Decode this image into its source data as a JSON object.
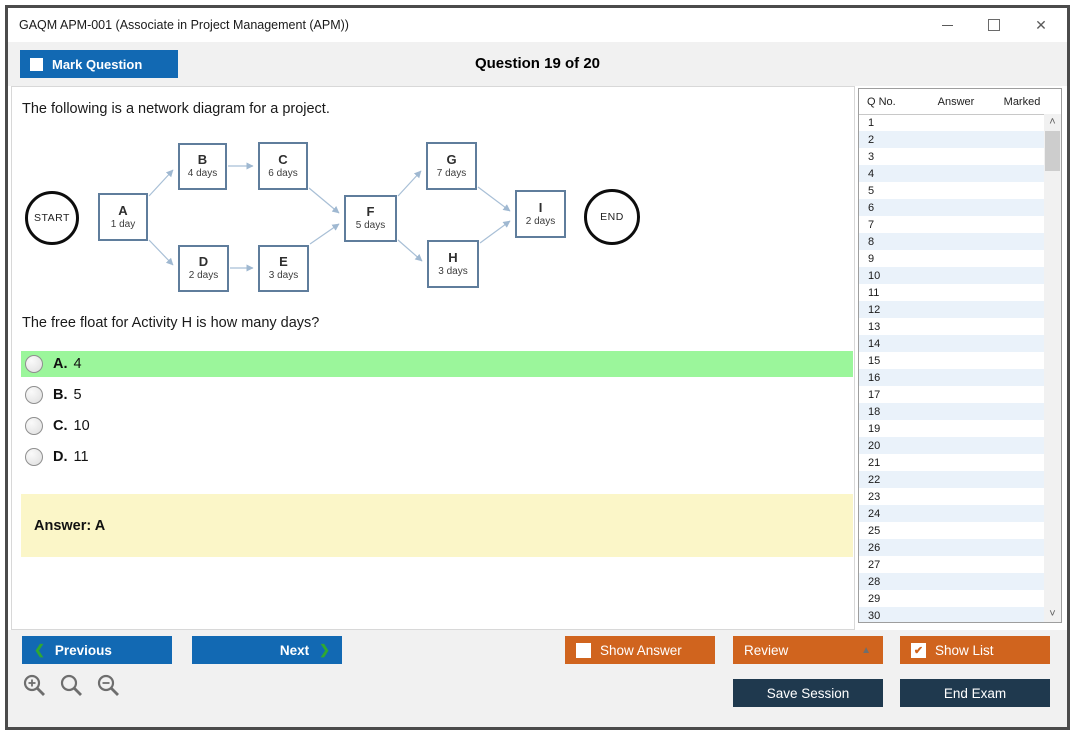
{
  "window": {
    "title": "GAQM APM-001 (Associate in Project Management (APM))"
  },
  "header": {
    "mark_question_label": "Mark Question",
    "question_counter": "Question 19 of 20"
  },
  "question": {
    "intro": "The following is a network diagram for a project.",
    "text": "The free float for Activity H is how many days?",
    "options": [
      {
        "letter": "A.",
        "text": "4",
        "highlighted": true
      },
      {
        "letter": "B.",
        "text": "5",
        "highlighted": false
      },
      {
        "letter": "C.",
        "text": "10",
        "highlighted": false
      },
      {
        "letter": "D.",
        "text": "11",
        "highlighted": false
      }
    ],
    "answer_label": "Answer: A"
  },
  "diagram": {
    "nodes": [
      {
        "id": "START",
        "type": "circle"
      },
      {
        "id": "A",
        "duration": "1 day",
        "type": "box"
      },
      {
        "id": "B",
        "duration": "4 days",
        "type": "box"
      },
      {
        "id": "C",
        "duration": "6 days",
        "type": "box"
      },
      {
        "id": "D",
        "duration": "2 days",
        "type": "box"
      },
      {
        "id": "E",
        "duration": "3 days",
        "type": "box"
      },
      {
        "id": "F",
        "duration": "5 days",
        "type": "box"
      },
      {
        "id": "G",
        "duration": "7 days",
        "type": "box"
      },
      {
        "id": "H",
        "duration": "3 days",
        "type": "box"
      },
      {
        "id": "I",
        "duration": "2 days",
        "type": "box"
      },
      {
        "id": "END",
        "type": "circle"
      }
    ],
    "edges": [
      {
        "from": "A",
        "to": "B"
      },
      {
        "from": "B",
        "to": "C"
      },
      {
        "from": "A",
        "to": "D"
      },
      {
        "from": "D",
        "to": "E"
      },
      {
        "from": "C",
        "to": "F"
      },
      {
        "from": "E",
        "to": "F"
      },
      {
        "from": "F",
        "to": "G"
      },
      {
        "from": "F",
        "to": "H"
      },
      {
        "from": "G",
        "to": "I"
      },
      {
        "from": "H",
        "to": "I"
      }
    ]
  },
  "question_list": {
    "columns": [
      "Q No.",
      "Answer",
      "Marked"
    ],
    "rows": [
      "1",
      "2",
      "3",
      "4",
      "5",
      "6",
      "7",
      "8",
      "9",
      "10",
      "11",
      "12",
      "13",
      "14",
      "15",
      "16",
      "17",
      "18",
      "19",
      "20",
      "21",
      "22",
      "23",
      "24",
      "25",
      "26",
      "27",
      "28",
      "29",
      "30"
    ]
  },
  "footer": {
    "previous_label": "Previous",
    "next_label": "Next",
    "show_answer_label": "Show Answer",
    "review_label": "Review",
    "show_list_label": "Show List",
    "save_session_label": "Save Session",
    "end_exam_label": "End Exam"
  },
  "glyphs": {
    "minimize": "—",
    "close": "✕",
    "scroll_up": "˄",
    "scroll_down": "˅",
    "review_caret": "▲",
    "check": "✔",
    "prev_chevron": "❮",
    "next_chevron": "❯"
  },
  "colors": {
    "accent_blue": "#1269B3",
    "accent_orange": "#D0641E",
    "dark_navy": "#1F394E",
    "highlight_green": "#9BF69B",
    "answer_yellow": "#FBF6C8",
    "row_alt_blue": "#EAF2FA",
    "chevron_green": "#2FA832"
  }
}
